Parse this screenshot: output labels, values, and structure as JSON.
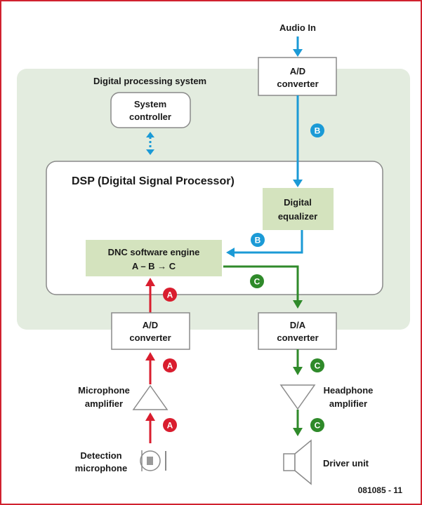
{
  "colors": {
    "frame": "#d0222f",
    "panel_bg": "#e3ecdf",
    "green_box": "#d4e3be",
    "blue": "#1b9ad6",
    "red": "#d91d2e",
    "green": "#2f8a2a",
    "border": "#8a8a8a"
  },
  "labels": {
    "audio_in": "Audio In",
    "ad_top_1": "A/D",
    "ad_top_2": "converter",
    "dps": "Digital processing system",
    "sys_ctrl_1": "System",
    "sys_ctrl_2": "controller",
    "dsp": "DSP (Digital Signal Processor)",
    "eq_1": "Digital",
    "eq_2": "equalizer",
    "dnc_1": "DNC software engine",
    "dnc_2": "A – B → C",
    "ad_bottom_1": "A/D",
    "ad_bottom_2": "converter",
    "da_1": "D/A",
    "da_2": "converter",
    "mic_amp_1": "Microphone",
    "mic_amp_2": "amplifier",
    "hp_amp_1": "Headphone",
    "hp_amp_2": "amplifier",
    "det_mic_1": "Detection",
    "det_mic_2": "microphone",
    "driver": "Driver unit",
    "figure_id": "081085 - 11"
  },
  "badges": {
    "a": "A",
    "b": "B",
    "c": "C"
  },
  "icons": {
    "mic_amp": "triangle-up-icon",
    "hp_amp": "triangle-down-icon",
    "microphone": "microphone-icon",
    "speaker": "speaker-icon"
  }
}
